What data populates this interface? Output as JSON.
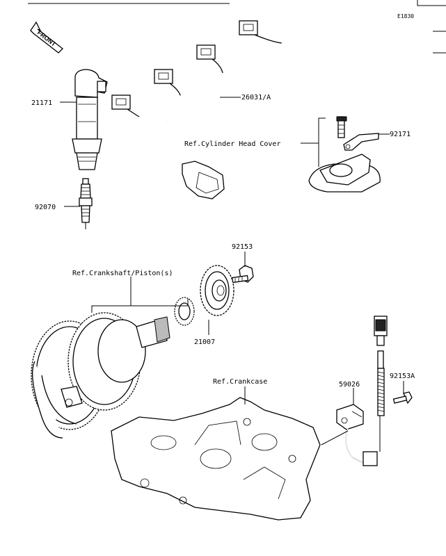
{
  "diagram_code": "E1830",
  "front_label": "FRONT",
  "parts": {
    "p21171": "21171",
    "p92070": "92070",
    "p26031": "26031/A",
    "p92171": "92171",
    "ref_head_cover": "Ref.Cylinder Head Cover",
    "p92153": "92153",
    "ref_crankshaft": "Ref.Crankshaft/Piston(s)",
    "p21007": "21007",
    "ref_crankcase": "Ref.Crankcase",
    "p59026": "59026",
    "p92153a": "92153A"
  }
}
